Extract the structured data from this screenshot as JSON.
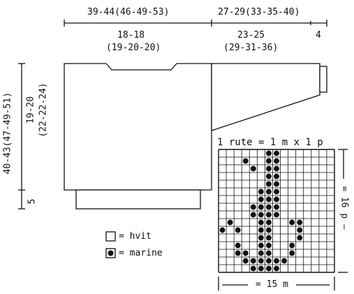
{
  "dimensions": {
    "top_left_width": "39-44(46-49-53)",
    "top_right_width": "27-29(33-35-40)",
    "body_inner_width_line1": "18-18",
    "body_inner_width_line2": "(19-20-20)",
    "sleeve_width_line1": "23-25",
    "sleeve_width_line2": "(29-31-36)",
    "cuff_width": "4",
    "total_height": "40-43(47-49-51)",
    "armhole_height_line1": "19-20",
    "armhole_height_line2": "(22-22-24)",
    "rib_height": "5"
  },
  "chart": {
    "scale": "1 rute = 1 m x 1 p",
    "height_label": "= 16 p —",
    "width_label": "= 15 m",
    "cols": 15,
    "rows": 16,
    "filled": [
      [
        0,
        6
      ],
      [
        0,
        7
      ],
      [
        1,
        3
      ],
      [
        1,
        6
      ],
      [
        1,
        7
      ],
      [
        2,
        4
      ],
      [
        2,
        6
      ],
      [
        2,
        7
      ],
      [
        3,
        6
      ],
      [
        3,
        7
      ],
      [
        4,
        6
      ],
      [
        4,
        7
      ],
      [
        5,
        5
      ],
      [
        5,
        6
      ],
      [
        5,
        7
      ],
      [
        6,
        5
      ],
      [
        6,
        6
      ],
      [
        6,
        7
      ],
      [
        7,
        4
      ],
      [
        7,
        5
      ],
      [
        7,
        6
      ],
      [
        7,
        7
      ],
      [
        8,
        4
      ],
      [
        8,
        5
      ],
      [
        8,
        6
      ],
      [
        8,
        7
      ],
      [
        9,
        1
      ],
      [
        9,
        5
      ],
      [
        9,
        6
      ],
      [
        9,
        9
      ],
      [
        9,
        10
      ],
      [
        10,
        0
      ],
      [
        10,
        2
      ],
      [
        10,
        5
      ],
      [
        10,
        6
      ],
      [
        10,
        10
      ],
      [
        11,
        5
      ],
      [
        11,
        6
      ],
      [
        11,
        10
      ],
      [
        12,
        2
      ],
      [
        12,
        5
      ],
      [
        12,
        6
      ],
      [
        12,
        9
      ],
      [
        13,
        2
      ],
      [
        13,
        3
      ],
      [
        13,
        5
      ],
      [
        13,
        6
      ],
      [
        13,
        9
      ],
      [
        14,
        3
      ],
      [
        14,
        4
      ],
      [
        14,
        5
      ],
      [
        14,
        6
      ],
      [
        14,
        7
      ],
      [
        14,
        8
      ],
      [
        15,
        4
      ],
      [
        15,
        5
      ],
      [
        15,
        6
      ],
      [
        15,
        7
      ]
    ]
  },
  "legend": {
    "white_label": "= hvit",
    "navy_label": "= marine"
  }
}
